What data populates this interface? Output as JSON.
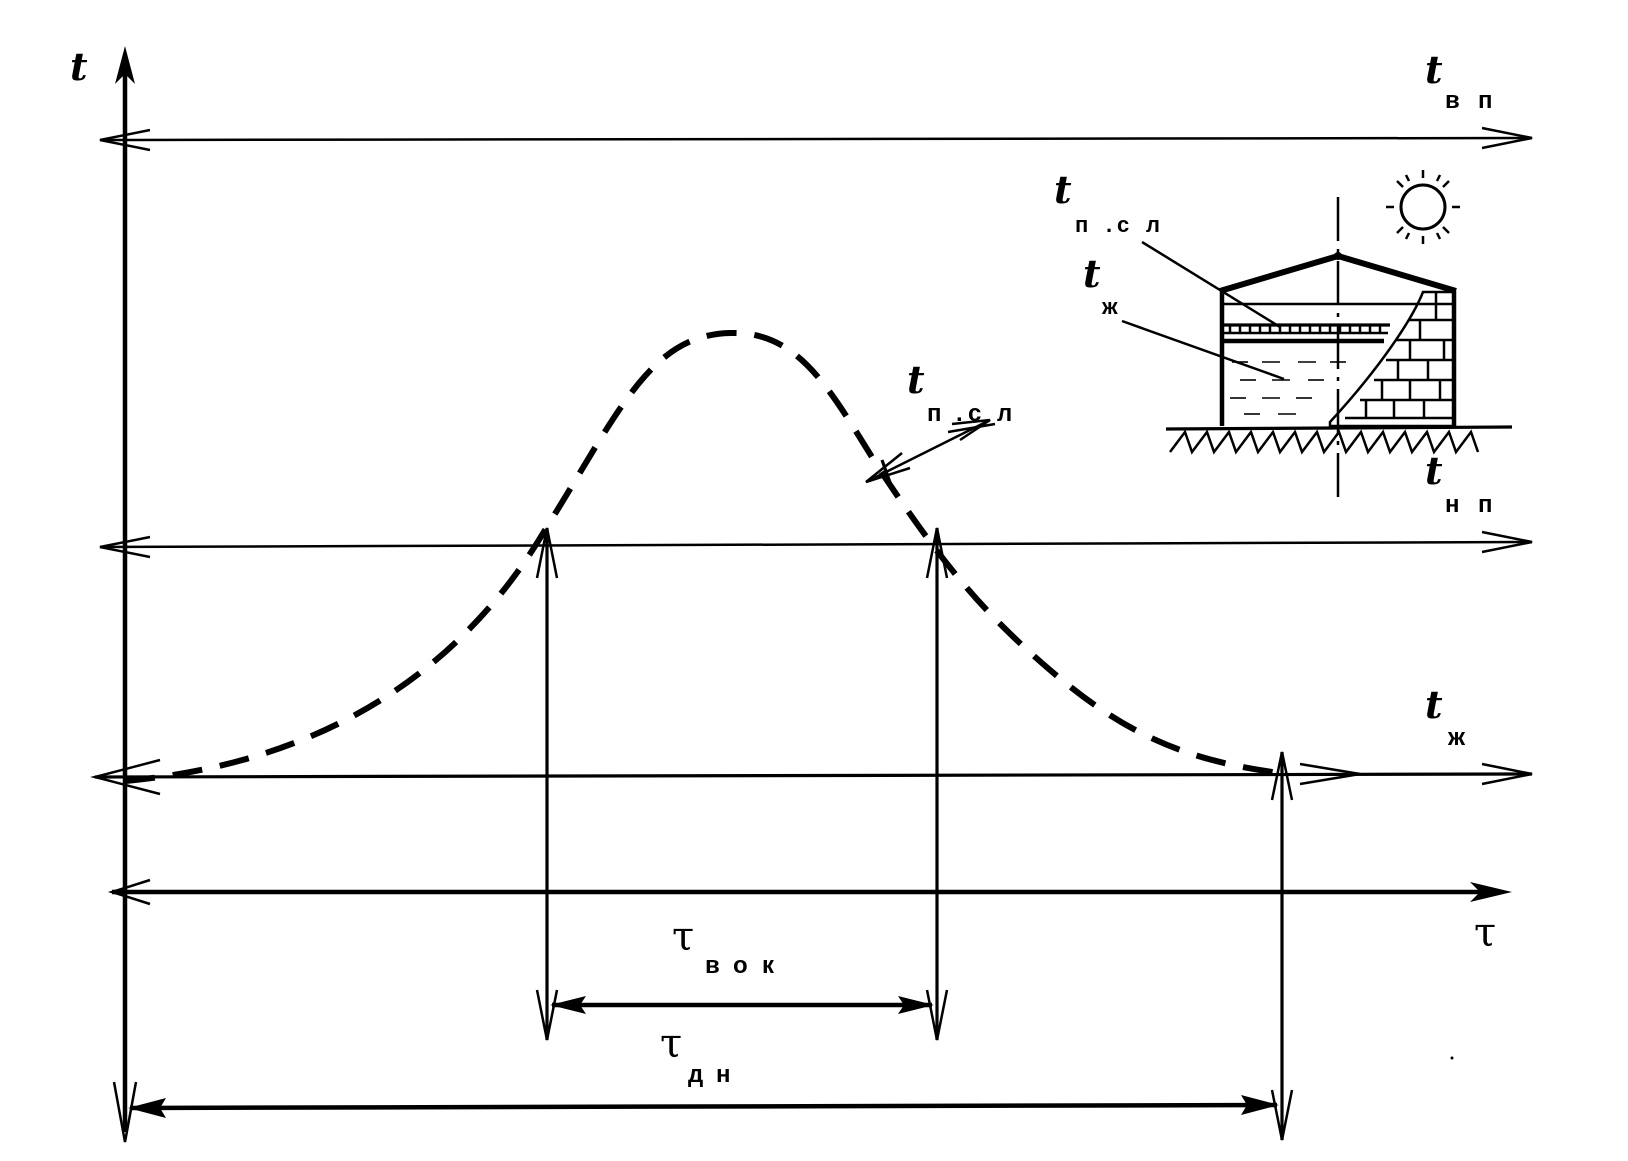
{
  "axes": {
    "vertical_symbol": "t",
    "horizontal_symbol": "τ"
  },
  "labels": {
    "t_vp": {
      "symbol": "t",
      "sub": [
        "в",
        "п"
      ]
    },
    "t_np": {
      "symbol": "t",
      "sub": [
        "н",
        "п"
      ]
    },
    "t_zh": {
      "symbol": "t",
      "sub": [
        "ж"
      ]
    },
    "t_psl_curve": {
      "symbol": "t",
      "sub": [
        "п",
        ".",
        "с",
        "л"
      ]
    },
    "tau_vok": {
      "symbol": "τ",
      "sub": [
        "в",
        "о",
        "к"
      ]
    },
    "tau_dn": {
      "symbol": "τ",
      "sub": [
        "д",
        "н"
      ]
    }
  },
  "inset": {
    "t_psl": {
      "symbol": "t",
      "sub": [
        "п",
        ".",
        "с",
        "л"
      ]
    },
    "t_zh": {
      "symbol": "t",
      "sub": [
        "ж"
      ]
    }
  },
  "colors": {
    "ink": "#000000",
    "paper": "#ffffff"
  }
}
